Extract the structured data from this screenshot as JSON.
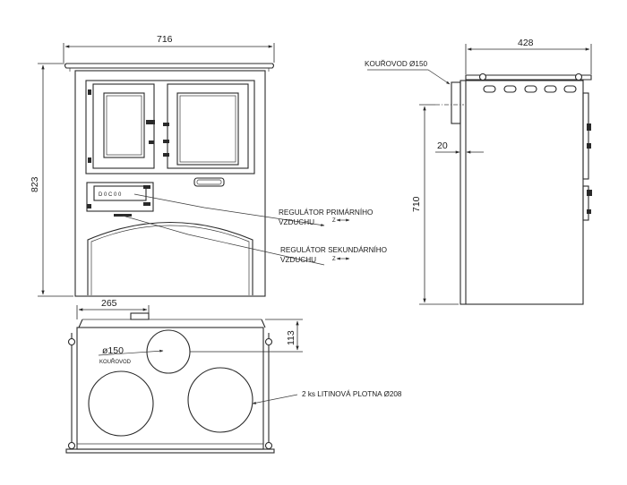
{
  "dimensions": {
    "front_width": "716",
    "front_height": "823",
    "side_depth": "428",
    "side_height": "710",
    "side_offset": "20",
    "top_offset": "265",
    "top_height": "113"
  },
  "labels": {
    "flue_side": "KOUŘOVOD Ø150",
    "primary_regulator_line1": "REGULÁTOR PRIMÁRNÍHO",
    "primary_regulator_line2": "VZDUCHU",
    "secondary_regulator_line1": "REGULÁTOR SEKUNDÁRNÍHO",
    "secondary_regulator_line2": "VZDUCHU",
    "regulator_symbol": "Z",
    "flue_top_diameter": "ø150",
    "flue_top_label": "KOUŘOVOD",
    "cast_plates": "2 ks LITINOVÁ PLOTNA   Ø208",
    "dial_readout": "D 0 C 0 0"
  },
  "colors": {
    "line": "#2a2a2a",
    "background": "#ffffff"
  }
}
